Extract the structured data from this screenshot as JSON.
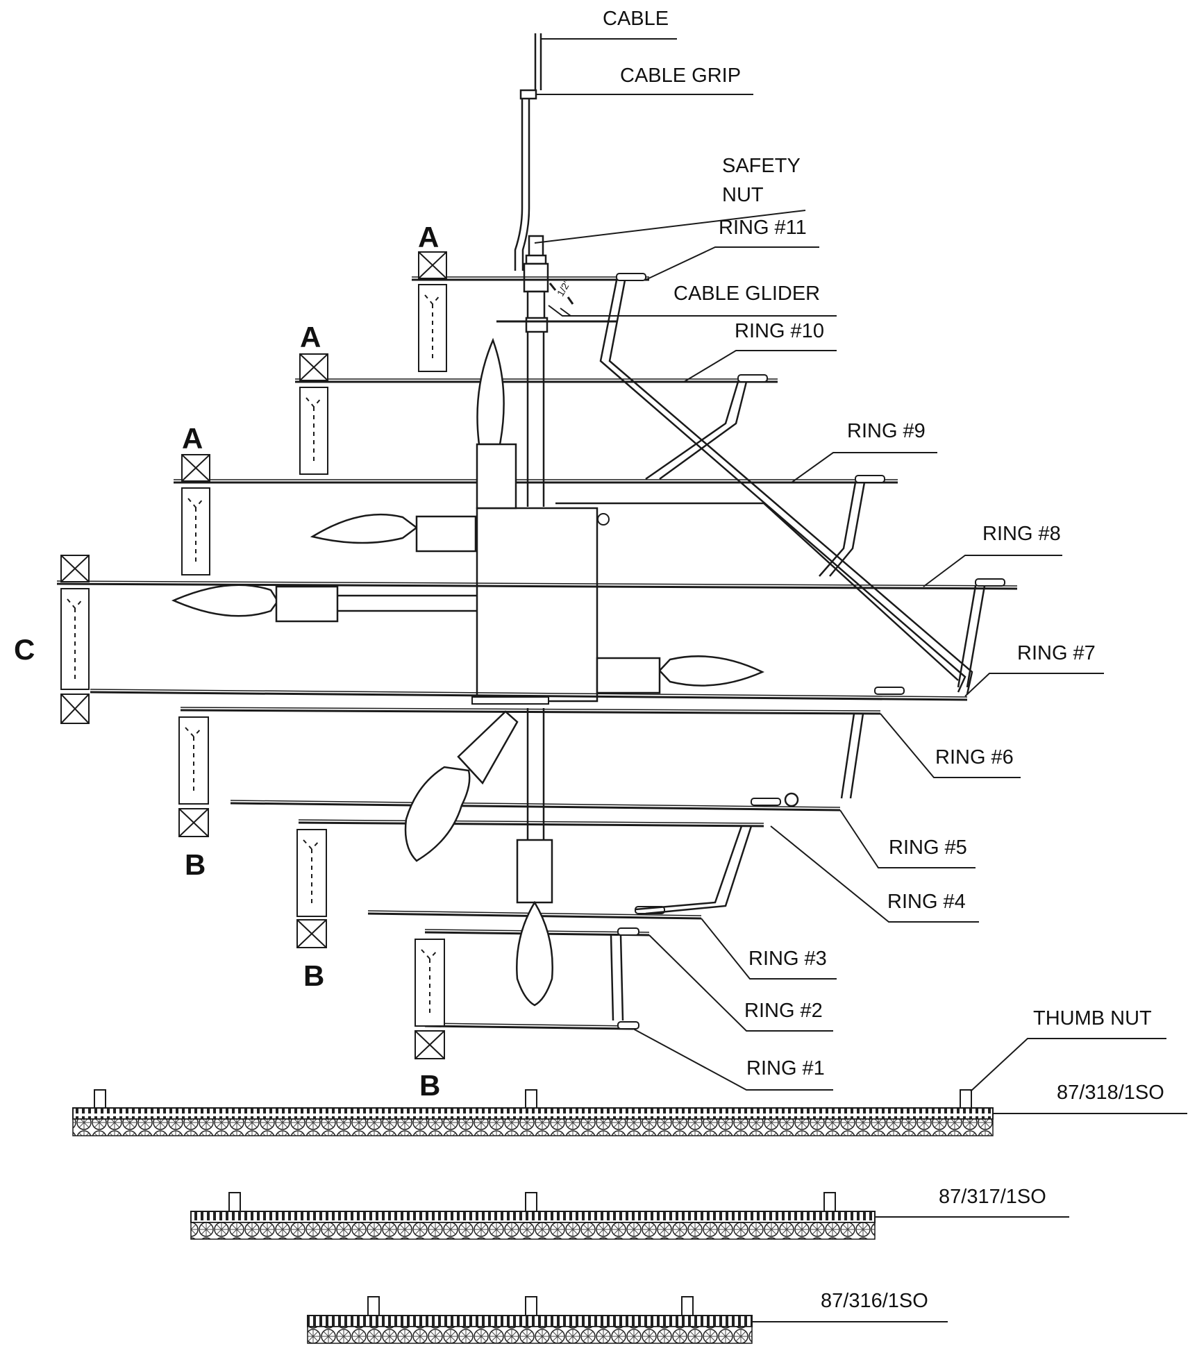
{
  "callouts": {
    "cable": "CABLE",
    "cable_grip": "CABLE GRIP",
    "safety_nut_1": "SAFETY",
    "safety_nut_2": "NUT",
    "ring11": "RING #11",
    "cable_glider": "CABLE GLIDER",
    "ring10": "RING #10",
    "ring9": "RING #9",
    "ring8": "RING #8",
    "ring7": "RING #7",
    "ring6": "RING #6",
    "ring5": "RING #5",
    "ring4": "RING #4",
    "ring3": "RING #3",
    "ring2": "RING #2",
    "ring1": "RING #1",
    "thumb_nut": "THUMB NUT",
    "dimension": "1/2\""
  },
  "crystal_keys": {
    "a": "A",
    "b": "B",
    "c": "C"
  },
  "strands": {
    "s318": "87/318/1SO",
    "s317": "87/317/1SO",
    "s316": "87/316/1SO"
  }
}
